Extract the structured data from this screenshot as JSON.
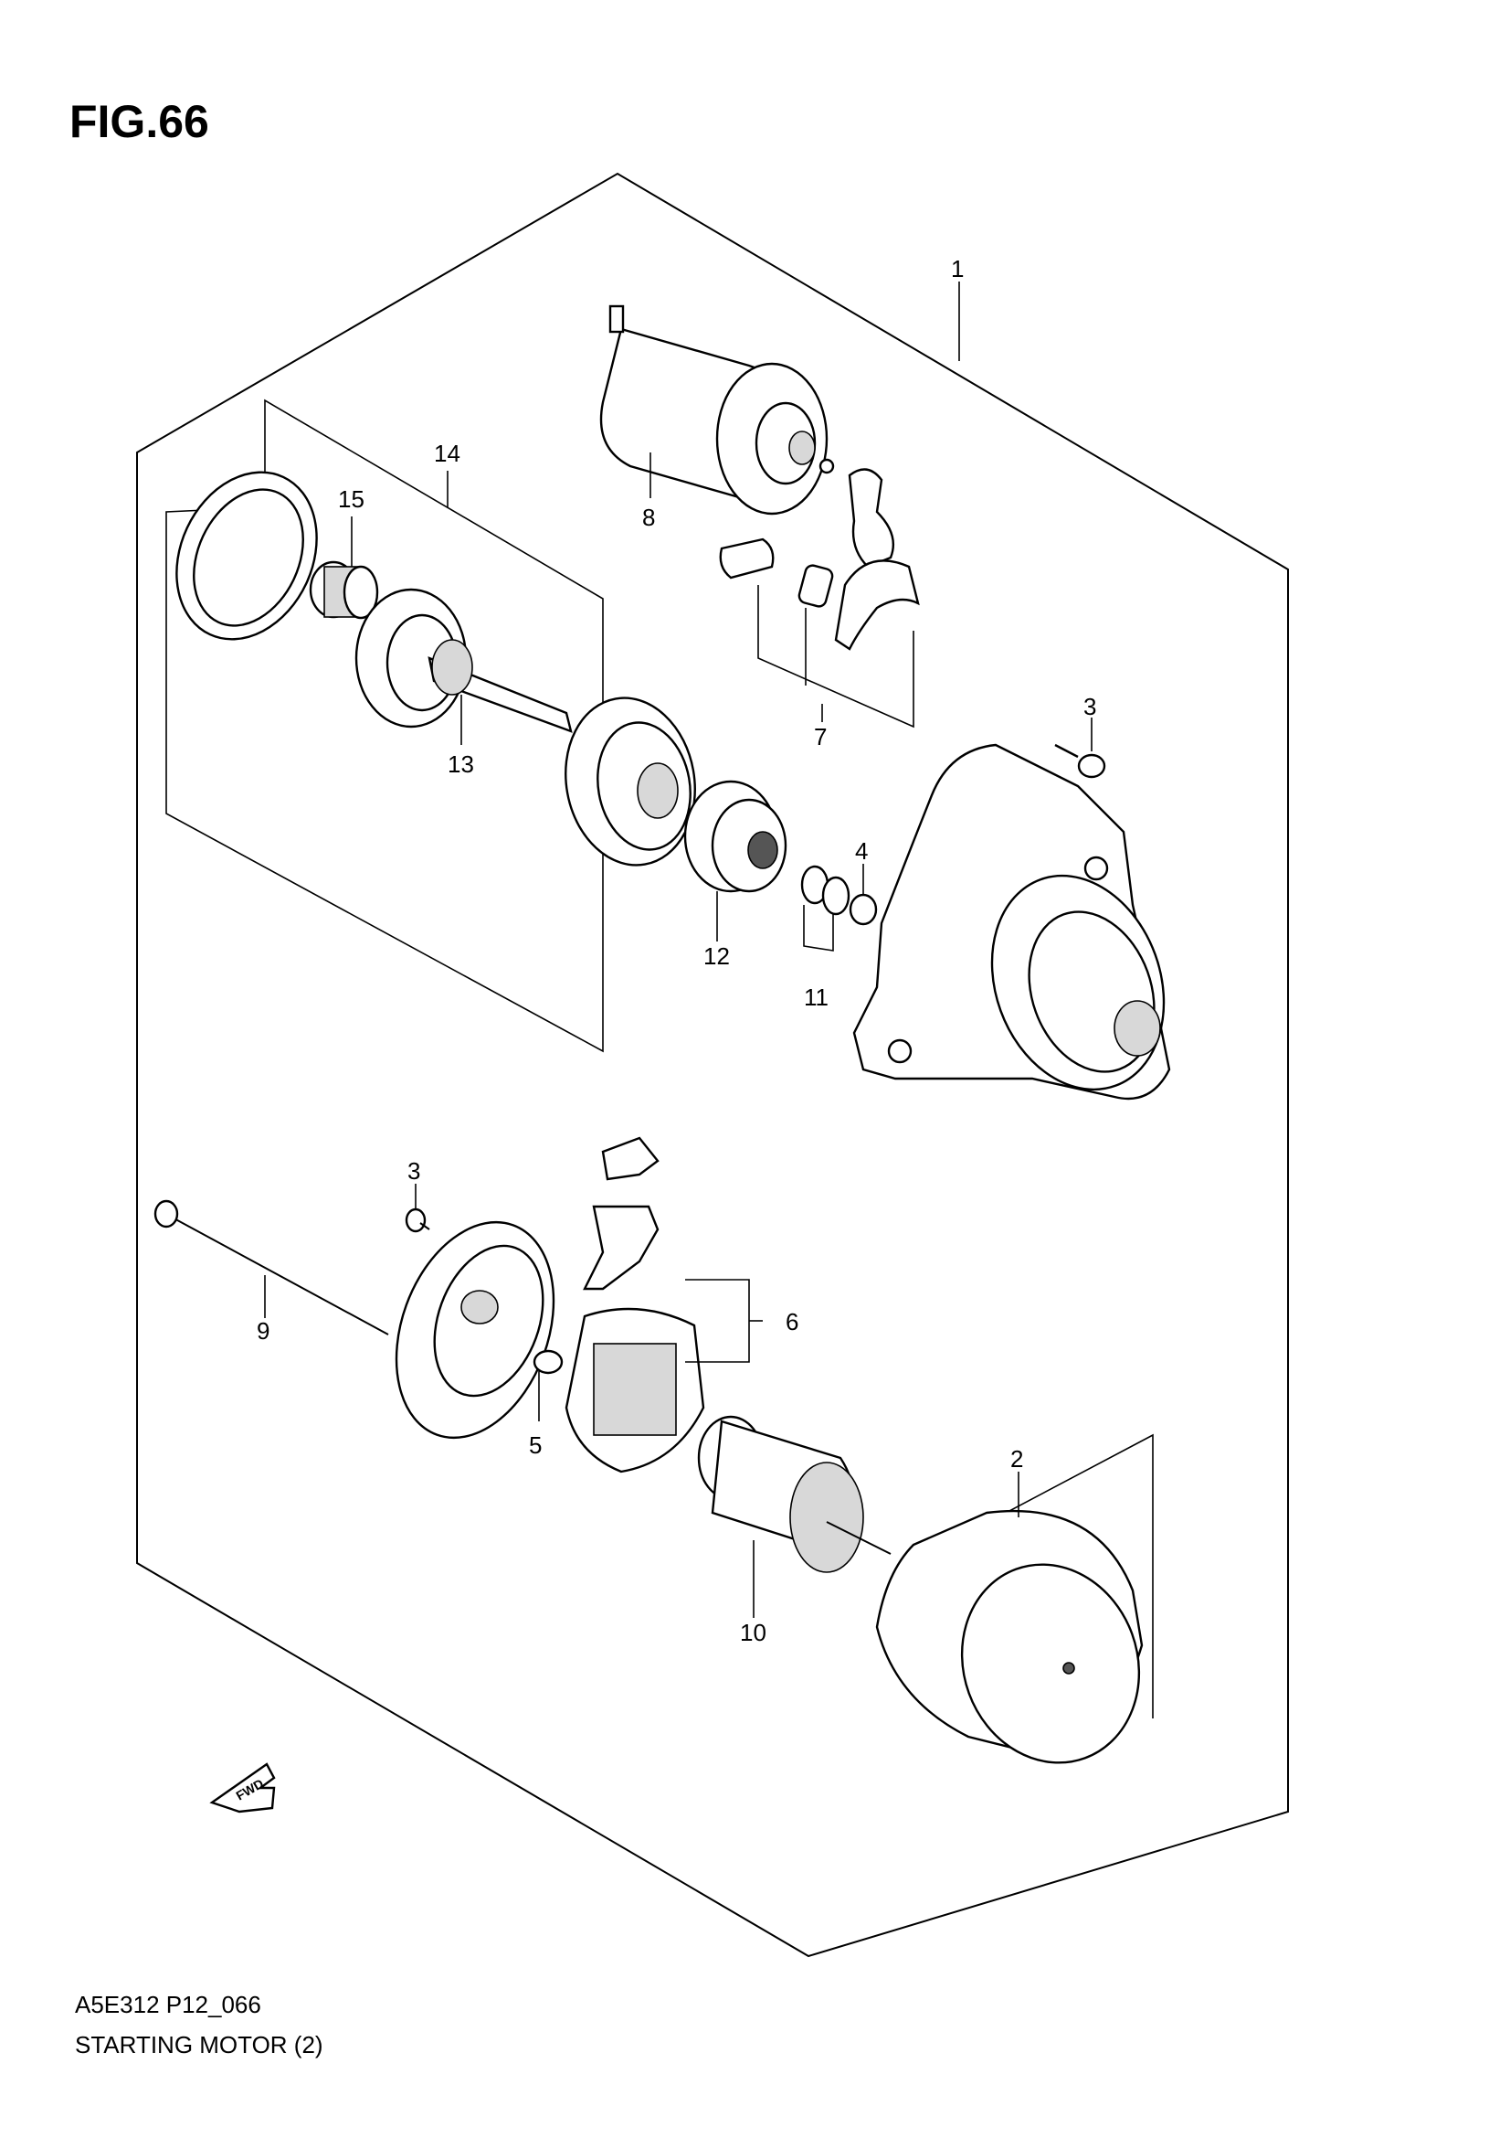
{
  "figure": {
    "title": "FIG.66",
    "code": "A5E312 P12_066",
    "name": "STARTING MOTOR (2)"
  },
  "direction_indicator": {
    "label": "FWD",
    "icon": "arrow-left-fwd-icon"
  },
  "callouts": {
    "c1": "1",
    "c2": "2",
    "c3a": "3",
    "c3b": "3",
    "c4": "4",
    "c5": "5",
    "c6": "6",
    "c7": "7",
    "c8": "8",
    "c9": "9",
    "c10": "10",
    "c11": "11",
    "c12": "12",
    "c13": "13",
    "c14": "14",
    "c15": "15"
  }
}
